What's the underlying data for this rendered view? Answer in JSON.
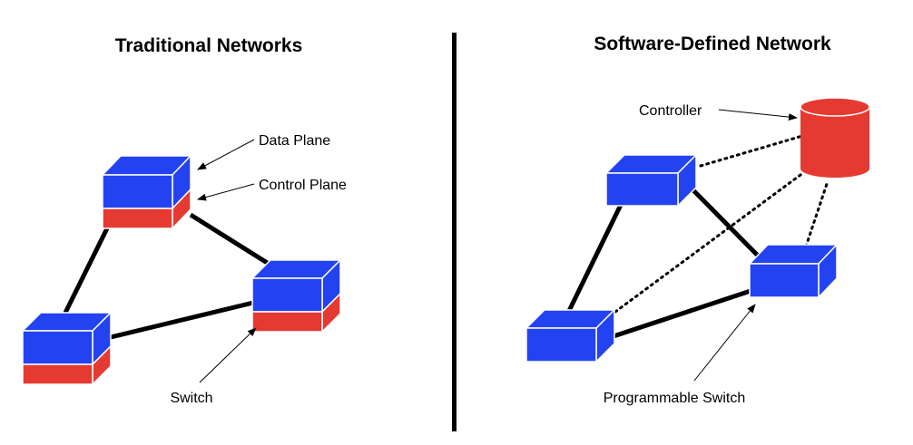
{
  "left_panel": {
    "title": "Traditional Networks",
    "labels": {
      "data_plane": "Data Plane",
      "control_plane": "Control Plane",
      "switch": "Switch"
    }
  },
  "right_panel": {
    "title": "Software-Defined Network",
    "labels": {
      "controller": "Controller",
      "programmable_switch": "Programmable Switch"
    }
  },
  "colors": {
    "data_plane": "#2443f0",
    "control_plane": "#e53a32",
    "controller": "#e53a32",
    "links": "#000000"
  }
}
